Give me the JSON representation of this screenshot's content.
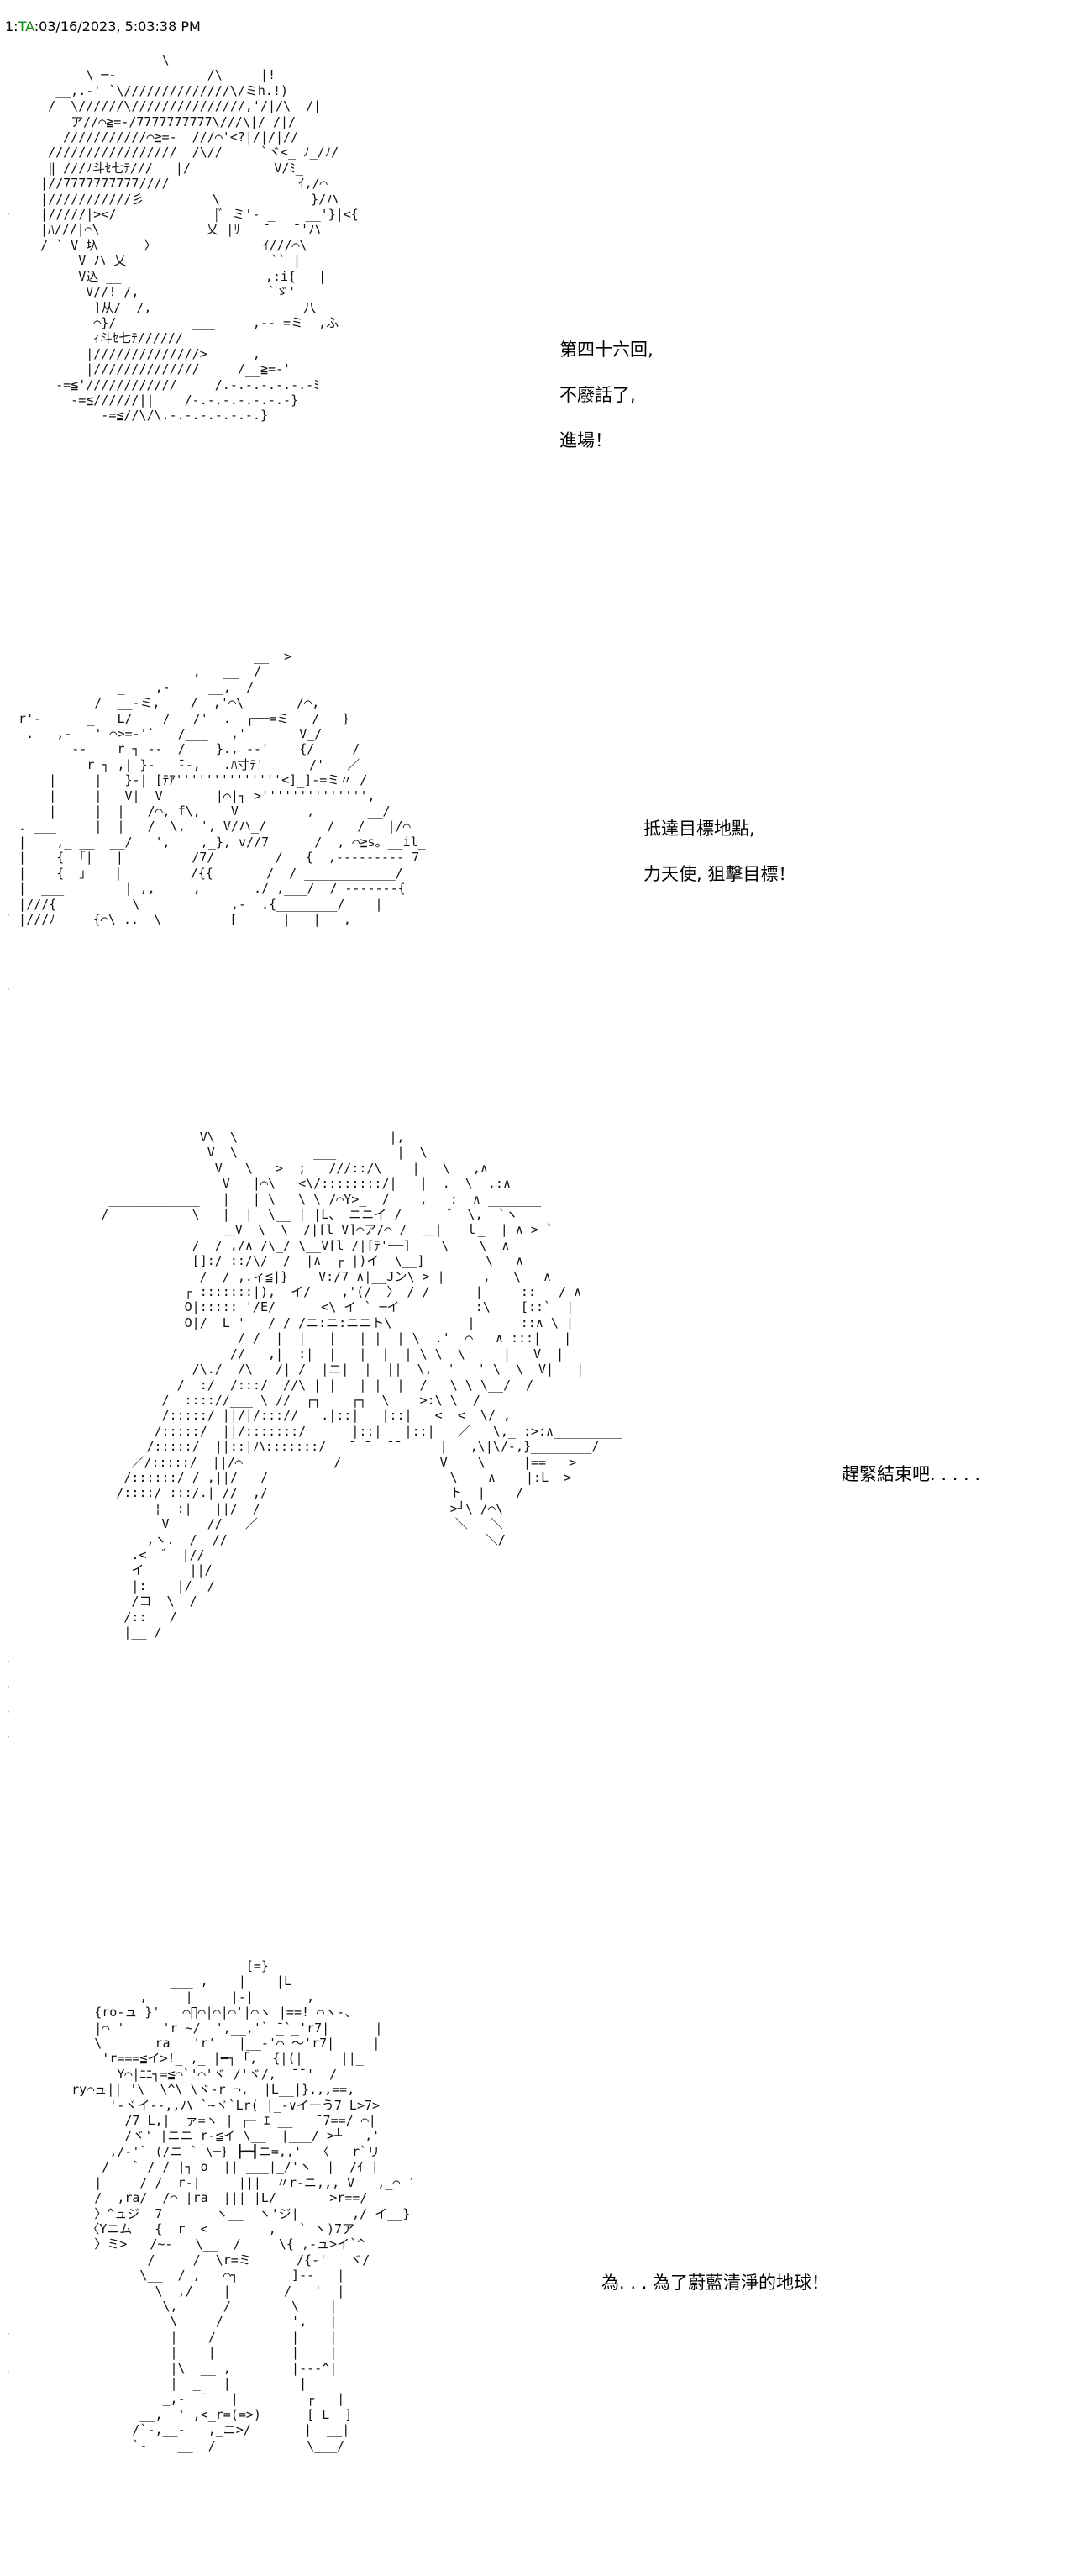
{
  "post": {
    "number": "1:",
    "name": "TA",
    "datetime": ":03/16/2023, 5:03:38 PM"
  },
  "panels": [
    {
      "art": [
        "                  \\",
        "        \\ ─-   ________ /\\     |!",
        "    __,.-' `\\//////////////\\/ミh.!)",
        "   /  \\//////\\///////////////,'/|/\\__/|",
        "      ア//⌒≧=-/7777777777\\///\\|/ /|/ __",
        "     ///////////⌒≧=-  ///⌒'<?|/|/|//",
        "   /////////////////  /\\//     `ヾ<_ ﾉ_/ﾉ/",
        "   ‖ ///ﾉ斗ｾ七ﾃ///   |/           V/ﾐ_",
        "  |//7777777777////                 ｲ,/⌒",
        "  |///////////彡         \\            }/ハ",
        "  |/////|></             |ﾞ ミ'- _    __'}|<{",
        "  |ﾊ///|⌒\\              乂 |ﾘ   ̄    ̄ 'ハ",
        "  / ` V 圦      〉              ｲ///⌒\\",
        "       V ハ 乂                   `` |",
        "       V込 __                   ,:i{   |",
        "        V//! /,                 `ゞ'",
        "         ]从/  /,                    八",
        "         ⌒}/          ___     ,-- =ミ  ,ふ",
        "         ｨ斗ｾ七ﾃ//////",
        "        |//////////////>      ,   _",
        "        |//////////////     /__≧=-'",
        "    -=≦'////////////     /.-.-.-.-.-.-ﾐ",
        "      -=≦//////||    /-.-.-.-.-.-.-}",
        "          -=≦//\\/\\.-.-.-.-.-.-.}"
      ],
      "lines": [
        "第四十六回,",
        "不廢話了,",
        "進場！"
      ]
    },
    {
      "art": [
        "                                 __  >",
        "                         ,   __  /",
        "               _    ,-     __,  /",
        "            /  __-ミ,    /  ,'⌒\\       /⌒,",
        "  r'-      _   L/    /   /'  .  ┌──=ミ   /   }",
        "   .   ,-   ' ⌒>=-'`   /___   ,'       V_/",
        "         --   _r ┐ --  /    }.,_--'    {/     /",
        "  ___      r ┐ ,| }-   ̄--,_  .ﾊ寸ﾃ'_     /'   ／",
        "      |     |   }-| [ﾃｱ''''''''''''''<]_]-=ミ〃 /",
        "      |     |   V|  V       |⌒|┐ >'''''''''''''',",
        "      |     |  |   /⌒, f\\,    V         ,       __/",
        "  . ___     |  |   /  \\,  ', V/ハ_/        /   /   |/⌒",
        "  |    ,_ __  __/   ',    ,_}, v//7      /  , ⌒≧s。__il_",
        "  |    {  ｢|   |         /7/        /   {  ,--------- 7",
        "  |    {  」   |         /{{       /  / ____________/",
        "  |  ___        | ,,     ,       ./ ,___/  / -------{",
        "  |///{          \\            ,-  .{________/    |",
        "  |///ﾉ     {⌒\\ ..  \\         [      |   |   ,"
      ],
      "lines": [
        "抵達目標地點,",
        "力天使, 狙擊目標！"
      ]
    },
    {
      "art": [
        "                       V\\  \\                    |,",
        "                        V  \\          ___        |  \\",
        "                         V   \\   >  ;   ///::/\\    |   \\   ,∧",
        "                          V   |⌒\\   <\\/::::::::/|   |  .  \\  ,:∧",
        "           ____________   |   | \\   \\ \\ /⌒Y>_  /    ,   :  ∧ _______",
        "          /           \\   |  |  \\__ | |L、 ニニイ /      ゛ \\,  `ヽ",
        "                          ＿V  \\  \\  /|[l V]⌒ア/⌒ /  ＿|   ｌ_  | ∧ > `",
        "                      /  / ,/∧ /\\_/ \\__V[l /|[ﾃ'──]    \\    \\  ∧",
        "                      []:/ ::/\\/  /  |∧  ┌ |)イ  \\__]        \\   ∧",
        "                       /  / ,.ィ≦|}    V:/7 ∧|__Jン\\ > |     ,   \\   ∧",
        "                     ┌ :::::::|),  イ/    ,'(/  〉 / /      |     ::___/ ∧",
        "                     O|::::: '/E/      <\\ イ ` ─イ          :\\__  [::`  |",
        "                     O|/  L '   / / /ニ:ニ:ニニト\\          |      ::∧ \\ |",
        "                            / /  |  |   |   | |  | \\  .'  ⌒   ∧ :::|   |",
        "                           //   ,|  :|  |   |  |  | \\ \\  \\     |   V  |",
        "                      /\\./  /\\   /| /  |ニ|  |  ||  \\,  '   ' \\  \\  V|   |",
        "                    /  :/  /:::/  //\\ | |   | |  |  /   \\ \\ \\__/  /",
        "                  /  :::://___ \\ //  ┌┐    ┌┐  \\    >:\\ \\  /",
        "                  /:::::/ ||/|/::://   .|::|   |::|   <  <  \\/ ,",
        "                 /:::::/  ||/:::::::/      |::|   |::|   ／   \\,_ :>:∧_________",
        "                /:::::/  ||::|ハ:::::::/   ̄  ̄   ̄ ̄      |   ,\\|\\/-,}________/",
        "              ／/:::::/  ||/⌒            /             V    \\     |==   >",
        "             /::::::/ / ,||/   /                        \\    ∧    |:L  >",
        "            /::::/ :::/.| //  ,/                        ト  |    /",
        "                 ¦  :|   ||/  /                         >┘\\ /⌒\\",
        "                  V     //   ／                          ＼   ＼",
        "                ,ヽ.  /  //                                  ＼/",
        "              .<  ゛ |//",
        "              イ      ||/",
        "              |:    |/  /",
        "              /コ  \\  /",
        "             /::   /",
        "             |__ /"
      ],
      "lines": [
        "趕緊結束吧. . . . ."
      ]
    },
    {
      "art": [
        "                            [=}",
        "                  ___ ,    |    |L",
        "          ____,_____|     |-|       ,___ ___",
        "        {ro-ュ }'   ⌒∏⌒|⌒|⌒'|⌒ヽ |==! ⌒ヽ-、",
        "        |⌒ '     'r ~/  ',__,'` ̄_`_'r7|      |",
        "        \\       ra   'r'   |__-'⌒ ～'r7|     |",
        "         'r===≦イ>!_ ,_ |━┐ ｢,  {|(|     ||_",
        "           Y⌒|ﾆﾆ┐=≦⌒`'⌒'ヾ /'ヾ/,  ̄ ̄ '  /",
        "     ry⌒ュ|| '\\  \\^\\ \\ヾ-r ¬,  |L__|},,,==,",
        "          '-ヾイ--,,ハ `~ヾ`Lr( |_-∨イーう7 L>7>",
        "            /7 L,|  ァ=ヽ | ┌─ ｴ __   ̄ 7==/ ⌒|",
        "            /ヾ' |ニニ r-≦イ \\__  |___/ >┴   ,'",
        "          ,/-'` (/ニ ` \\─} ┣━┫ニ=,,'  〈   r`リ",
        "         /   ` / / |┐ o  || ___|_/'ヽ  |  /ｲ |",
        "        |     / /  r-|     |||  〃r-ニ,,, V   ,_⌒ ′",
        "        /__,ra/  /⌒ |ra__||| |L/       >r==/",
        "        〉^ュジ  7       ヽ__  ヽ'ジ|       ,/ イ__}",
        "       〈Yニム   {  r_ <        ,   ` ヽ)7ア",
        "        〉ミ>   /~-   \\__  /     \\{ ,-ュ>イ`^",
        "               /     /  \\r=ミ      /{-'   ヾ/",
        "              \\__  / ,   ⌒┐       ]--   |",
        "                \\  ,/    |       /   '  |",
        "                 \\,      /        \\    |",
        "                  \\     /         ',   |",
        "                  |    /          |    |",
        "                  |    |          |    |",
        "                  |\\  __ ,        |---^|",
        "                  |  _   |         |",
        "                 _,-  ¯   |         ┌   |",
        "              __,  ' ,<_r=(=>)      [ L  ]",
        "             /`-,__-   ,_ニ>/       |  __|",
        "             `-    __  /            \\___/"
      ],
      "lines": [
        "為. . . 為了蔚藍清淨的地球！"
      ]
    }
  ]
}
